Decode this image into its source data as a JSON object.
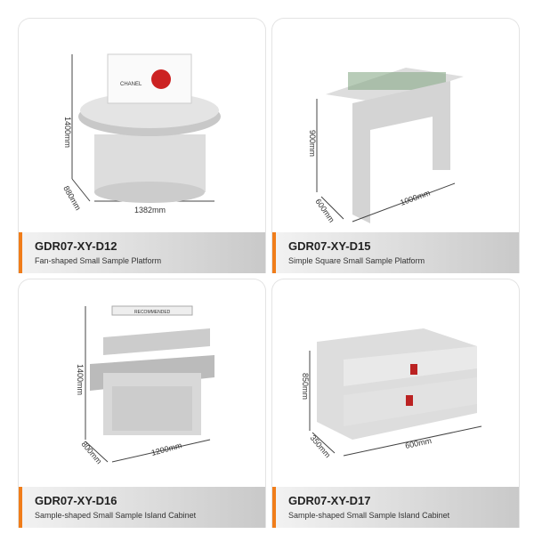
{
  "products": [
    {
      "code": "GDR07-XY-D12",
      "description": "Fan-shaped Small Sample Platform",
      "dimensions": {
        "height": "1400mm",
        "depth": "880mm",
        "width": "1382mm"
      },
      "screen_text": "CHANEL"
    },
    {
      "code": "GDR07-XY-D15",
      "description": "Simple Square Small Sample Platform",
      "dimensions": {
        "height": "900mm",
        "depth": "600mm",
        "width": "1000mm"
      }
    },
    {
      "code": "GDR07-XY-D16",
      "description": "Sample-shaped Small Sample Island Cabinet",
      "dimensions": {
        "height": "1400mm",
        "depth": "800mm",
        "width": "1200mm"
      },
      "header_text": "RECOMMENDED"
    },
    {
      "code": "GDR07-XY-D17",
      "description": "Sample-shaped Small Sample Island Cabinet",
      "dimensions": {
        "height": "850mm",
        "depth": "350mm",
        "width": "600mm"
      }
    }
  ],
  "colors": {
    "accent": "#f07d1a"
  }
}
